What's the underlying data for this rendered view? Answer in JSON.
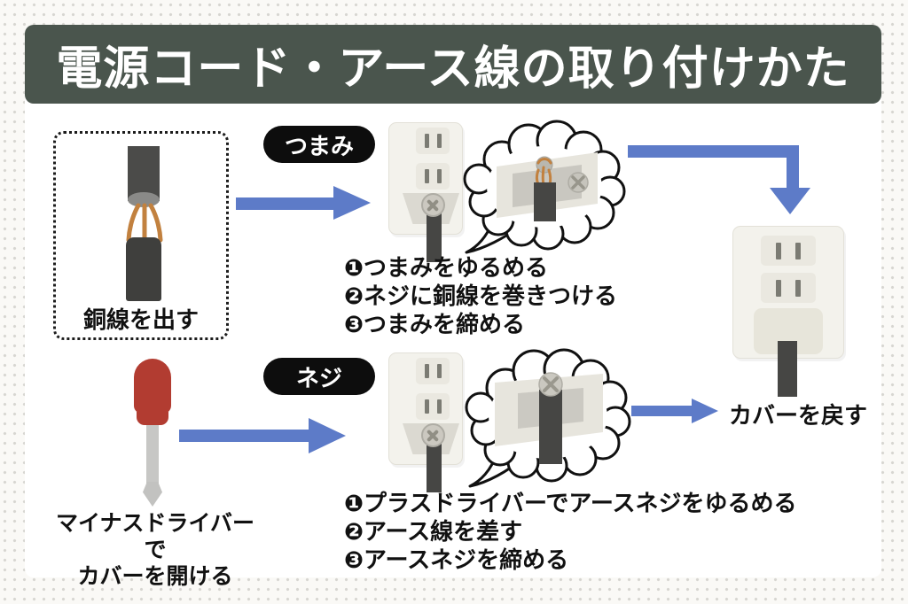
{
  "title": "電源コード・アース線の取り付けかた",
  "colors": {
    "header_bg": "#4a554d",
    "arrow_blue": "#5d7bc8",
    "badge_bg": "#0d0d0d",
    "copper": "#c2813f",
    "screwdriver_red": "#b23c31",
    "cable_dark": "#464644",
    "card_bg": "#ffffff"
  },
  "tsumami_section": {
    "badge": "つまみ",
    "steps": [
      "❶つまみをゆるめる",
      "❷ネジに銅線を巻きつける",
      "❸つまみを締める"
    ]
  },
  "neji_section": {
    "badge": "ネジ",
    "steps": [
      "❶プラスドライバーでアースネジをゆるめる",
      "❷アース線を差す",
      "❸アースネジを締める"
    ]
  },
  "labels": {
    "expose_copper": "銅線を出す",
    "open_cover_line1": "マイナスドライバーで",
    "open_cover_line2": "カバーを開ける",
    "return_cover": "カバーを戻す"
  }
}
